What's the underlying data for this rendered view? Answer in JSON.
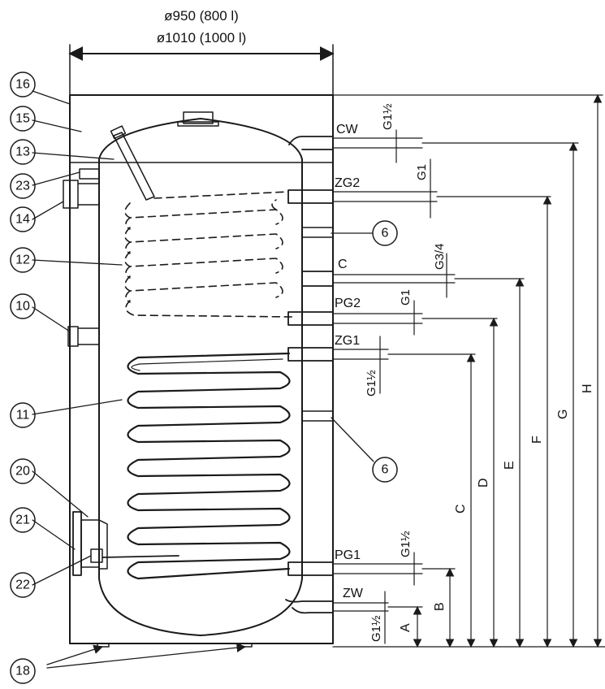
{
  "top_dimension": {
    "line1": "ø950 (800 l)",
    "line2": "ø1010 (1000 l)"
  },
  "connections": {
    "cw": "CW",
    "zg2": "ZG2",
    "c": "C",
    "pg2": "PG2",
    "zg1": "ZG1",
    "pg1": "PG1",
    "zw": "ZW"
  },
  "thread_sizes": {
    "cw": "G1½",
    "zg2": "G1",
    "c": "G3/4",
    "pg2": "G1",
    "zg1": "G1½",
    "pg1": "G1½",
    "zw": "G1½"
  },
  "height_dimensions": [
    "A",
    "B",
    "C",
    "D",
    "E",
    "F",
    "G",
    "H"
  ],
  "callouts": {
    "c16": "16",
    "c15": "15",
    "c13": "13",
    "c23": "23",
    "c14": "14",
    "c12": "12",
    "c10": "10",
    "c11": "11",
    "c20": "20",
    "c21": "21",
    "c22": "22",
    "c18": "18",
    "c6a": "6",
    "c6b": "6"
  },
  "colors": {
    "line": "#1a1a1a",
    "background": "#ffffff"
  }
}
